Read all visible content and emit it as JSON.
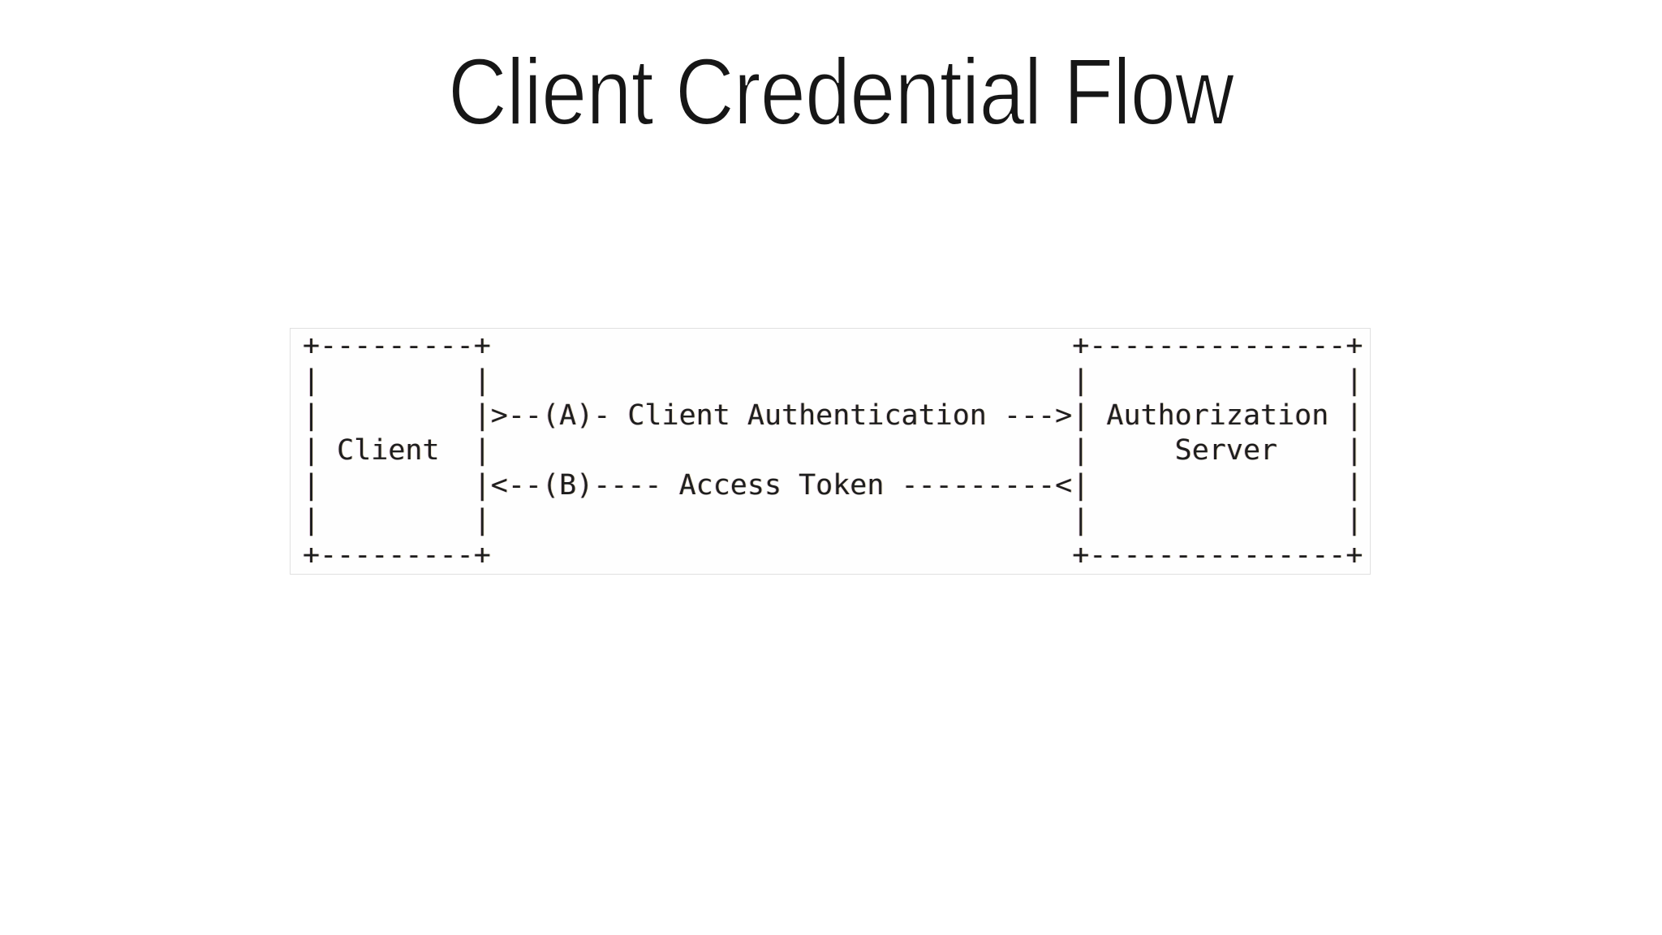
{
  "slide": {
    "title": "Client Credential Flow"
  },
  "diagram": {
    "ascii": "+---------+                                  +---------------+\n|         |                                  |               |\n|         |>--(A)- Client Authentication --->| Authorization |\n| Client  |                                  |     Server    |\n|         |<--(B)---- Access Token ---------<|               |\n|         |                                  |               |\n+---------+                                  +---------------+",
    "actors": [
      {
        "name": "Client"
      },
      {
        "name": "Authorization Server"
      }
    ],
    "steps": [
      {
        "id": "A",
        "label": "Client Authentication",
        "direction": "client-to-authorization-server"
      },
      {
        "id": "B",
        "label": "Access Token",
        "direction": "authorization-server-to-client"
      }
    ]
  },
  "colors": {
    "background": "#ffffff",
    "title_text": "#161616",
    "diagram_text": "#1e1e1e",
    "diagram_border": "#e0e0e0"
  }
}
